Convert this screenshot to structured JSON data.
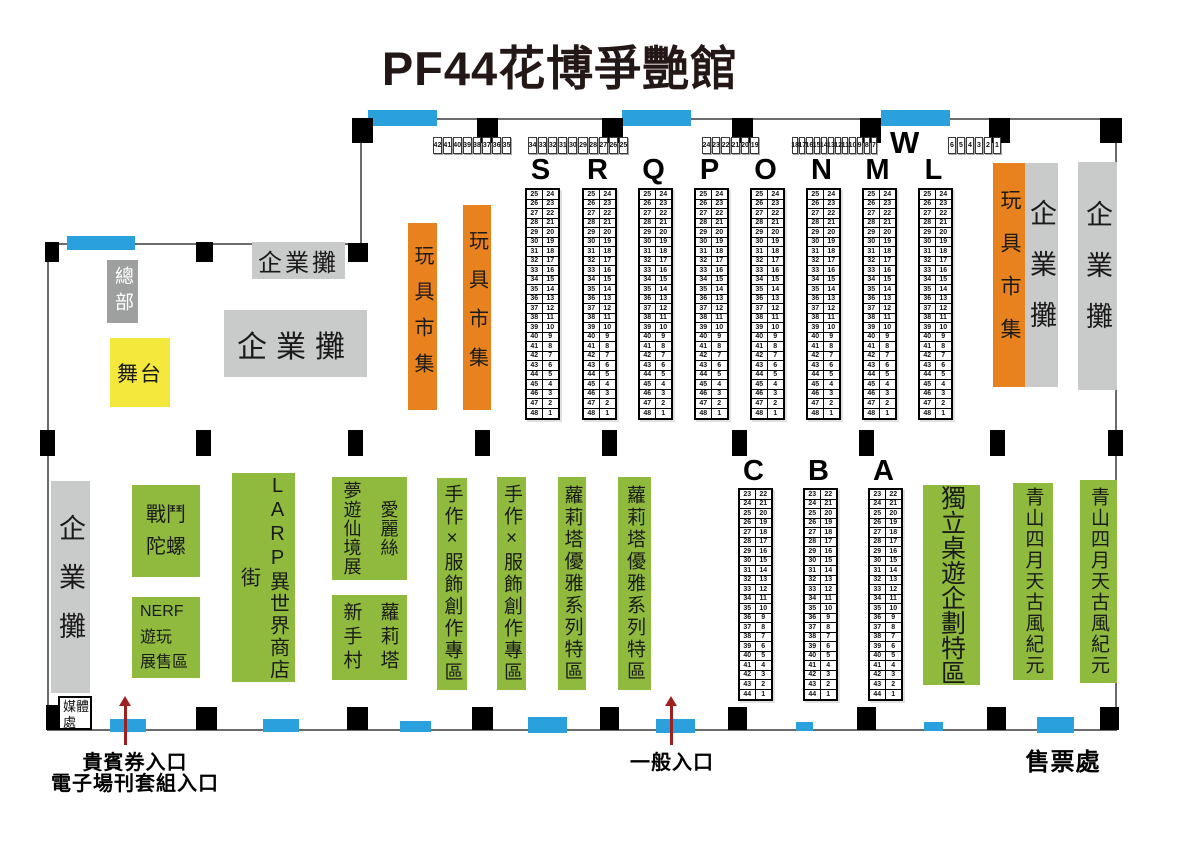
{
  "title": "PF44花博爭艷館",
  "colors": {
    "zone_green": "#8FBA3D",
    "toy_orange": "#E8821F",
    "stage_yellow": "#F4E83C",
    "booth_gray": "#C9CACA",
    "hq_gray": "#9E9F9F",
    "door_blue": "#2AA0DC",
    "arrow_red": "#9E2121",
    "wall_gray": "#6B6B6B",
    "pillar_black": "#000000"
  },
  "wall_label": "W",
  "strips": [
    [
      42,
      41,
      40,
      39,
      38,
      37,
      36,
      35
    ],
    [
      34,
      33,
      32,
      31,
      30,
      29,
      28,
      27,
      26,
      25
    ],
    [
      24,
      23,
      22,
      21,
      20,
      19
    ],
    [
      18,
      17,
      16,
      15,
      14,
      13,
      12,
      11,
      10,
      9,
      8,
      7
    ],
    [
      6,
      5,
      4,
      3,
      2,
      1
    ]
  ],
  "booth_tables": {
    "top": {
      "letters": [
        "S",
        "R",
        "Q",
        "P",
        "O",
        "N",
        "M",
        "L"
      ],
      "left_numbers": [
        25,
        26,
        27,
        28,
        29,
        30,
        31,
        32,
        33,
        34,
        35,
        36,
        37,
        38,
        39,
        40,
        41,
        42,
        43,
        44,
        45,
        46,
        47,
        48
      ],
      "right_numbers": [
        24,
        23,
        22,
        21,
        20,
        19,
        18,
        17,
        16,
        15,
        14,
        13,
        12,
        11,
        10,
        9,
        8,
        7,
        6,
        5,
        4,
        3,
        2,
        1
      ]
    },
    "bottom": {
      "letters": [
        "C",
        "B",
        "A"
      ],
      "left_numbers": [
        23,
        24,
        25,
        26,
        27,
        28,
        29,
        30,
        31,
        32,
        33,
        34,
        35,
        36,
        37,
        38,
        39,
        40,
        41,
        42,
        43,
        44
      ],
      "right_numbers": [
        22,
        21,
        20,
        19,
        18,
        17,
        16,
        15,
        14,
        13,
        12,
        11,
        10,
        9,
        8,
        7,
        6,
        5,
        4,
        3,
        2,
        1
      ]
    }
  },
  "zones": {
    "hq": "總部",
    "stage": "舞台",
    "corporate": "企業攤",
    "toy_market": "玩具市集",
    "media": "媒體處",
    "beyblade": "戰鬥\n陀螺",
    "nerf": "NERF\n遊玩\n展售區",
    "larp": "LARP異世界商店街",
    "alice": "愛麗絲\n夢遊仙境展",
    "lolita_newbie": "蘿莉塔\n新手村",
    "handmade": "手作×服飾創作專區",
    "lolita_elegant": "蘿莉塔優雅系列特區",
    "indie_boardgame": "獨立桌遊企劃特區",
    "qingshan": "青山四月天古風紀元"
  },
  "labels": {
    "vip_entrance": "貴賓券入口",
    "vip_entrance_sub": "電子場刊套組入口",
    "general_entrance": "一般入口",
    "ticket_office": "售票處"
  }
}
